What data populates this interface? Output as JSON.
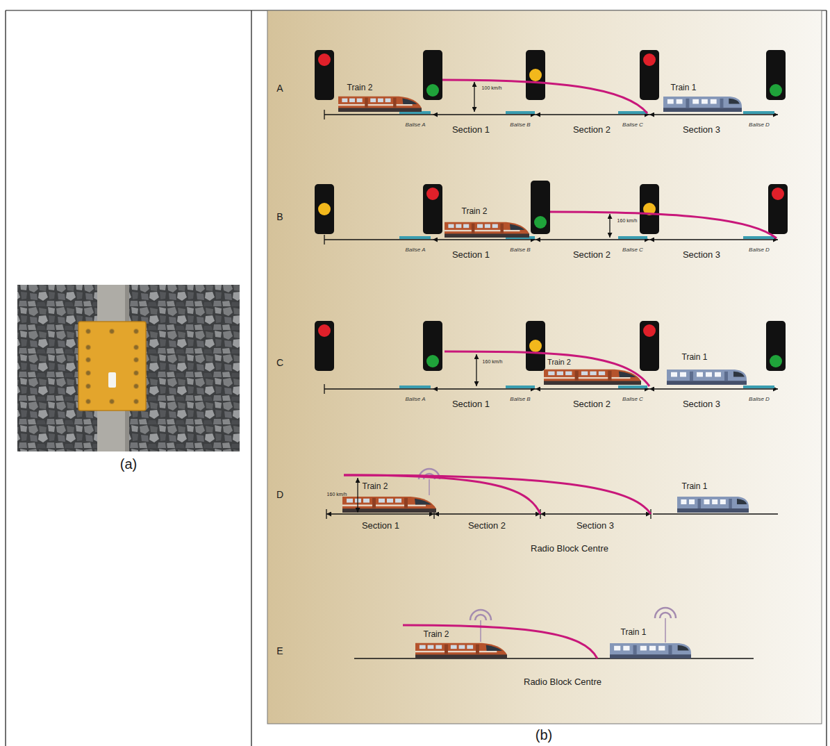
{
  "diagram": {
    "labels": [
      "(a)",
      "A",
      "Train 2",
      "100 km/h",
      "Train 1",
      "Balise A",
      "Section 1",
      "Balise B",
      "Section 2",
      "Balise C",
      "Section 3",
      "Balise D",
      "B",
      "Train 2",
      "160 km/h",
      "Balise A",
      "Section 1",
      "Balise B",
      "Section 2",
      "Balise C",
      "Section 3",
      "Balise D",
      "C",
      "160 km/h",
      "Train 2",
      "Train 1",
      "Balise A",
      "Section 1",
      "Balise B",
      "Section 2",
      "Balise C",
      "Section 3",
      "Balise D",
      "D",
      "Train 2",
      "160 km/h",
      "Train 1",
      "Section 1",
      "Section 2",
      "Section 3",
      "Radio Block Centre",
      "E",
      "Train 2",
      "Train 1",
      "Radio Block Centre",
      "(b)"
    ]
  }
}
